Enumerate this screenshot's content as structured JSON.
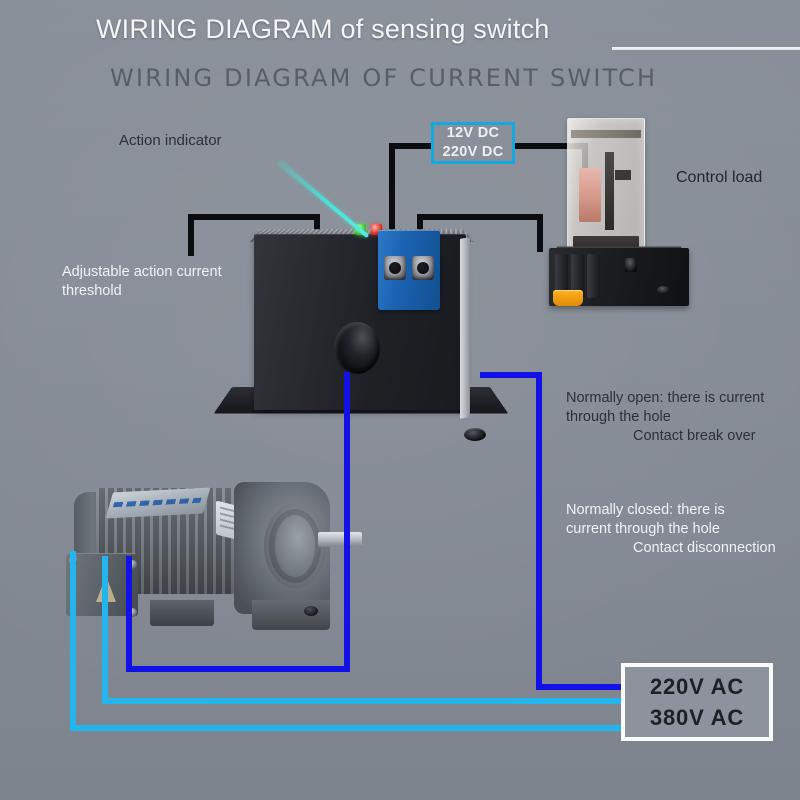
{
  "header": {
    "title_main": "WIRING DIAGRAM of sensing switch",
    "title_sub": "WIRING DIAGRAM OF CURRENT SWITCH"
  },
  "annotations": {
    "action_indicator": "Action indicator",
    "threshold": "Adjustable action current threshold",
    "control_load": "Control load",
    "normally_open": "Normally open: there is current through the hole",
    "contact_break": "Contact break over",
    "normally_closed": "Normally closed: there is current through the hole",
    "contact_disconnection": "Contact disconnection"
  },
  "labels": {
    "dc_box": {
      "line1": "12V DC",
      "line2": "220V DC",
      "border_color": "#14a8e0"
    },
    "ac_box": {
      "line1": "220V AC",
      "line2": "380V AC",
      "border_color": "#fafafa"
    }
  },
  "components": {
    "sensor": "current-sensing-switch",
    "relay": "relay-with-din-socket",
    "motor": "three-phase-gear-motor"
  },
  "wire_colors": {
    "dc_control": "#0c0d10",
    "phase_blue": "#1212e8",
    "phase_cyan": "#23b6ee"
  }
}
